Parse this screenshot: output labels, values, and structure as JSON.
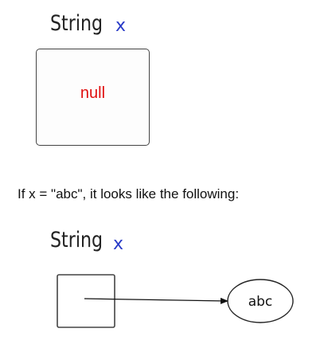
{
  "top": {
    "type_name": "String",
    "var_name": "x",
    "box_value": "null"
  },
  "caption": "If x = \"abc\", it looks like the following:",
  "bottom": {
    "type_name": "String",
    "var_name": "x",
    "object_value": "abc"
  },
  "colors": {
    "var_name": "#2a3cc8",
    "null_text": "#e01010",
    "stroke": "#444444"
  }
}
